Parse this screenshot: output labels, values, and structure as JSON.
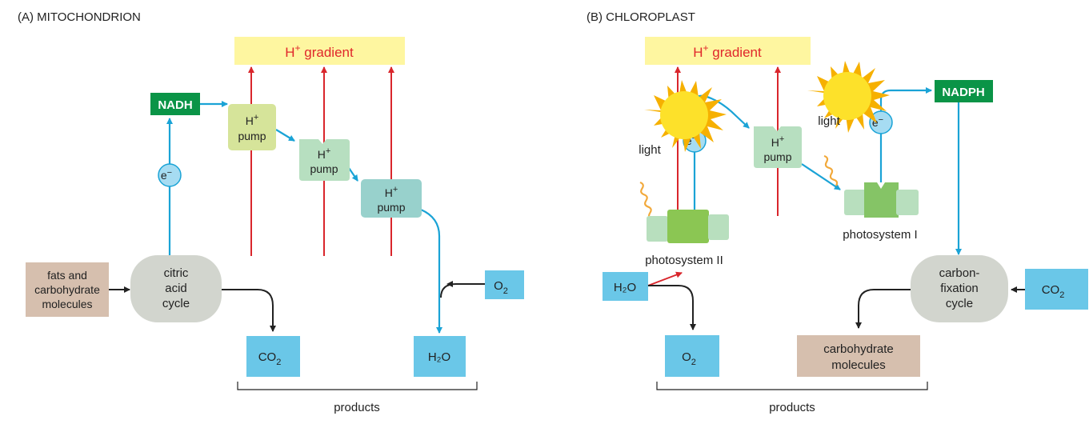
{
  "panel_a": {
    "title": "(A)   MITOCHONDRION",
    "gradient": {
      "main": "H",
      "sup": "+",
      "rest": " gradient"
    },
    "nadh": "NADH",
    "electron": {
      "main": "e",
      "sup": "−"
    },
    "pump": {
      "line1_main": "H",
      "line1_sup": "+",
      "line2": "pump"
    },
    "inputs": {
      "line1": "fats and",
      "line2": "carbohydrate",
      "line3": "molecules"
    },
    "cycle": {
      "line1": "citric",
      "line2": "acid",
      "line3": "cycle"
    },
    "co2": {
      "main": "CO",
      "sub": "2"
    },
    "o2": {
      "main": "O",
      "sub": "2"
    },
    "h2o": "H₂O",
    "products": "products"
  },
  "panel_b": {
    "title": "(B)   CHLOROPLAST",
    "gradient": {
      "main": "H",
      "sup": "+",
      "rest": " gradient"
    },
    "nadph": "NADPH",
    "light": "light",
    "electron": {
      "main": "e",
      "sup": "−"
    },
    "pump": {
      "line1_main": "H",
      "line1_sup": "+",
      "line2": "pump"
    },
    "photosystem2": "photosystem II",
    "photosystem1": "photosystem I",
    "h2o": "H₂O",
    "o2": {
      "main": "O",
      "sub": "2"
    },
    "cycle": {
      "line1": "carbon-",
      "line2": "fixation",
      "line3": "cycle"
    },
    "co2": {
      "main": "CO",
      "sub": "2"
    },
    "carbs": {
      "line1": "carbohydrate",
      "line2": "molecules"
    },
    "products": "products"
  },
  "colors": {
    "gradient_box": "#fef6a0",
    "gradient_text": "#e0262b",
    "red_arrow": "#d9262c",
    "blue_arrow": "#1aa3d6",
    "green_label": "#0a9447",
    "electron_fill": "#a6dcf2",
    "pump1": "#d6e49a",
    "pump2": "#b7dfc0",
    "pump3": "#98d1cc",
    "cycle_fill": "#d2d5ce",
    "input_fill": "#d6bfae",
    "molecule_box": "#6ac7e8",
    "sun": "#fde12a",
    "sun_ray": "#f6b000",
    "wavy": "#f2a93b",
    "ps_dark": "#8bc653",
    "ps_light": "#b8dfbe",
    "ps_mid": "#85c466"
  }
}
